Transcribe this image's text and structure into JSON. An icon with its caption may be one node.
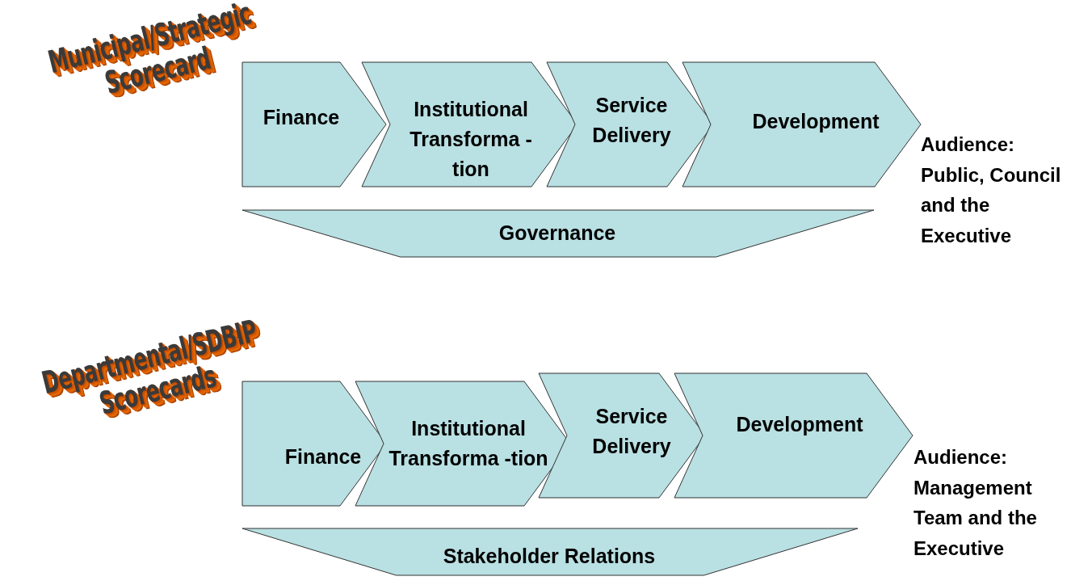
{
  "diagram": {
    "nodes": [
      {
        "text": [
          "Finance"
        ]
      },
      {
        "text": [
          "Institutional Transforma -tion"
        ]
      },
      {
        "text": [
          "Service Delivery"
        ]
      },
      {
        "text": [
          "Development"
        ]
      },
      {
        "text": [
          "Governance"
        ]
      },
      {
        "text": [
          "Finance"
        ]
      },
      {
        "text": [
          "Institutional Transforma -tion"
        ]
      },
      {
        "text": [
          "Service Delivery"
        ]
      },
      {
        "text": [
          "Development"
        ]
      },
      {
        "text": [
          "Stakeholder Relations"
        ]
      }
    ],
    "labels": [
      "Municipal/Strategic Scorecard",
      "Audience: Public, Council and the Executive",
      "Departmental/SDBIP Scorecards",
      "Audience: Management Team and the Executive"
    ]
  }
}
